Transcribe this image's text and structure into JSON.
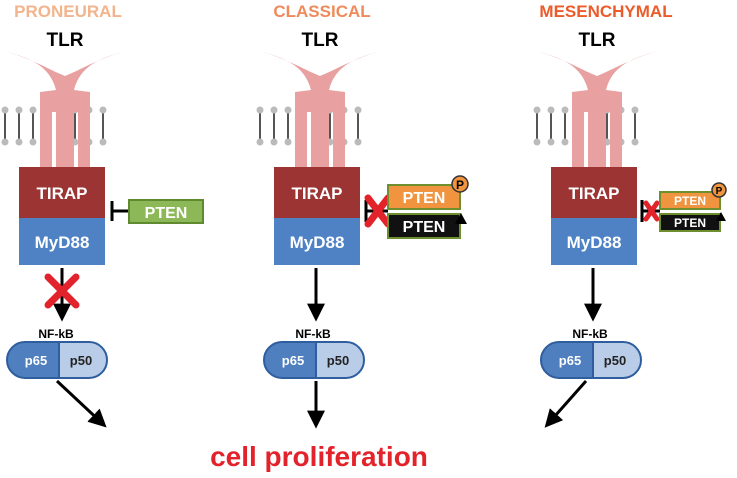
{
  "colors": {
    "proneural": "#f2b48c",
    "classical": "#ef8a5a",
    "mesenchymal": "#ec5b2a",
    "receptor": "#e8a0a0",
    "tirap": "#9b3433",
    "myd88": "#4f82c4",
    "pten_plain": "#8db857",
    "pten_phospho": "#f0943f",
    "pten_black": "#111111",
    "inhibit_x": "#e3232b",
    "p65": "#4f7fbe",
    "p50": "#b9cde8",
    "proliferation": "#e3232b"
  },
  "columns": [
    {
      "subtype": "PRONEURAL",
      "receptor": "TLR",
      "adaptor_top": "TIRAP",
      "adaptor_bottom": "MyD88",
      "pten_label": "PTEN",
      "nfkb": "NF-kB",
      "p65": "p65",
      "p50": "p50"
    },
    {
      "subtype": "CLASSICAL",
      "receptor": "TLR",
      "adaptor_top": "TIRAP",
      "adaptor_bottom": "MyD88",
      "pten_phospho_label": "PTEN",
      "phospho_mark": "P",
      "pten_black_label": "PTEN",
      "nfkb": "NF-kB",
      "p65": "p65",
      "p50": "p50"
    },
    {
      "subtype": "MESENCHYMAL",
      "receptor": "TLR",
      "adaptor_top": "TIRAP",
      "adaptor_bottom": "MyD88",
      "pten_phospho_label": "PTEN",
      "phospho_mark": "P",
      "pten_black_label": "PTEN",
      "nfkb": "NF-kB",
      "p65": "p65",
      "p50": "p50"
    }
  ],
  "outcome": "cell proliferation"
}
